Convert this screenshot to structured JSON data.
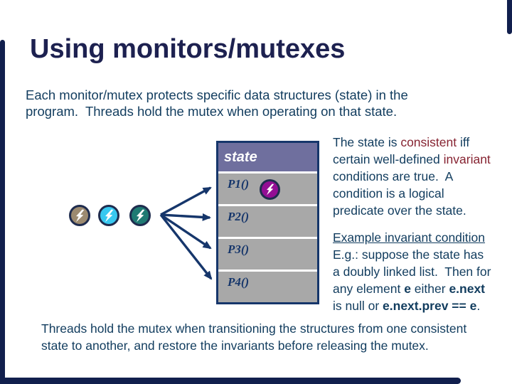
{
  "slide": {
    "title": "Using monitors/mutexes",
    "intro": "Each monitor/mutex protects specific data structures (state) in the\nprogram.  Threads hold the mutex when operating on that state.",
    "footer": "Threads hold the mutex when transitioning the structures from one consistent\nstate to another, and restore the invariants before releasing the mutex."
  },
  "diagram": {
    "box_title": "state",
    "procedures": [
      "P1()",
      "P2()",
      "P3()",
      "P4()"
    ],
    "threads": [
      {
        "name": "thread-1",
        "color": "#9c8a70"
      },
      {
        "name": "thread-2",
        "color": "#38c8f0"
      },
      {
        "name": "thread-3",
        "color": "#1f7a73"
      },
      {
        "name": "thread-in-monitor",
        "color": "#930e94"
      }
    ]
  },
  "right_column": {
    "para1": [
      {
        "t": "The state is "
      },
      {
        "t": "consistent",
        "c": "maroon"
      },
      {
        "t": " iff\ncertain well-defined "
      },
      {
        "t": "invariant",
        "c": "maroon"
      },
      {
        "t": "\nconditions are true.  A\ncondition is a logical\npredicate over the state."
      }
    ],
    "para2": [
      {
        "t": "Example invariant condition",
        "c": "underline"
      },
      {
        "t": "\nE.g.: suppose the state has\na doubly linked list.  Then for\nany element "
      },
      {
        "t": "e",
        "c": "bold"
      },
      {
        "t": " either "
      },
      {
        "t": "e.next",
        "c": "bold"
      },
      {
        "t": "\nis null or "
      },
      {
        "t": "e.next.prev == e",
        "c": "bold"
      },
      {
        "t": "."
      }
    ]
  },
  "colors": {
    "frame_navy": "#111f4d",
    "title_navy": "#1d2150",
    "body_text": "#113c5e",
    "maroon": "#862331",
    "arrow_navy": "#16366b",
    "box_header_purple": "#6f6f9e",
    "box_body_gray": "#a8a8a8",
    "thread_taupe": "#9c8a70",
    "thread_cyan": "#38c8f0",
    "thread_teal": "#1f7a73",
    "thread_magenta": "#930e94"
  }
}
